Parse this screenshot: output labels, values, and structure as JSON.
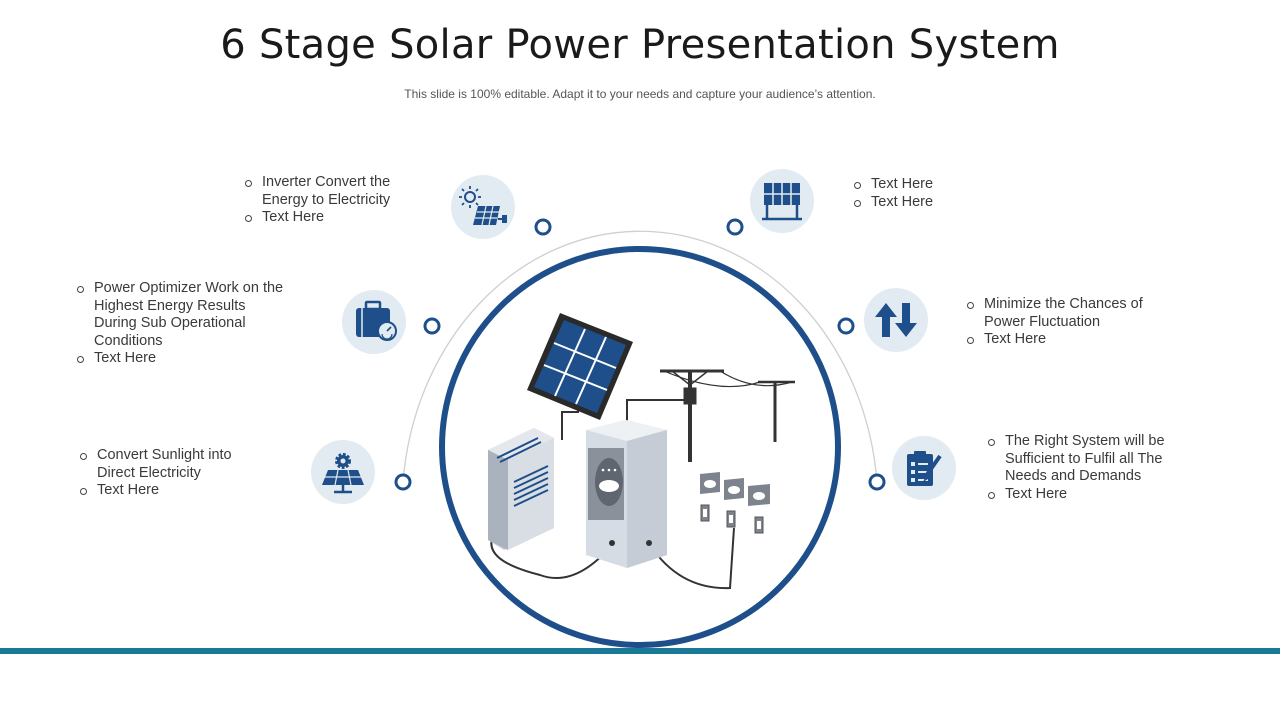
{
  "title": "6 Stage Solar Power Presentation System",
  "subtitle": "This slide is 100% editable. Adapt it to your needs and capture your audience’s attention.",
  "stages": [
    {
      "icon": "solar-panel-sun-icon",
      "bullets": [
        "Inverter Convert the Energy to Electricity",
        "Text Here"
      ]
    },
    {
      "icon": "solar-panel-stand-icon",
      "bullets": [
        "Text Here",
        "Text Here"
      ]
    },
    {
      "icon": "toolbox-gauge-icon",
      "bullets": [
        "Power Optimizer Work on the Highest Energy Results During Sub Operational Conditions",
        "Text Here"
      ]
    },
    {
      "icon": "up-down-arrows-icon",
      "bullets": [
        "Minimize the Chances of Power Fluctuation",
        "Text Here"
      ]
    },
    {
      "icon": "solar-gear-icon",
      "bullets": [
        "Convert Sunlight into Direct Electricity",
        "Text Here"
      ]
    },
    {
      "icon": "clipboard-checklist-icon",
      "bullets": [
        "The Right System will be Sufficient to Fulfil all The Needs and Demands",
        "Text Here"
      ]
    }
  ],
  "colors": {
    "primary": "#1e4f8a",
    "icon_circle": "#e3ebf2",
    "arc": "#cccccc",
    "footer": "#1a7a95"
  }
}
